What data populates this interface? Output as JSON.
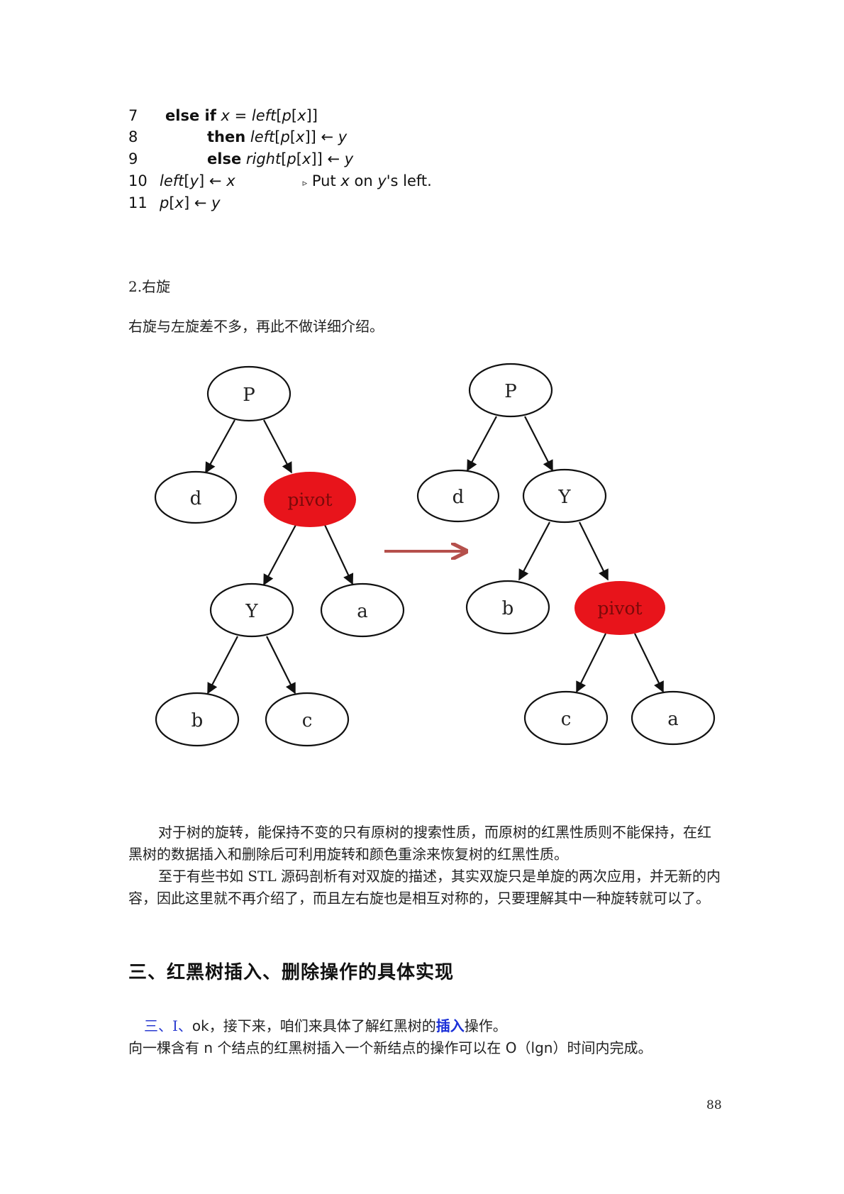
{
  "code": {
    "l7": {
      "num": "7",
      "kw": "else if",
      "x": "x",
      "eq": " = ",
      "fn": "left",
      "p": "p"
    },
    "l8": {
      "num": "8",
      "kw": "then",
      "fn": "left",
      "p": "p",
      "x": "x",
      "arrow": " ← ",
      "y": "y"
    },
    "l9": {
      "num": "9",
      "kw": "else",
      "fn": "right",
      "p": "p",
      "x": "x",
      "arrow": " ← ",
      "y": "y"
    },
    "l10": {
      "num": "10",
      "fn": "left",
      "y": "y",
      "arrow": " ← ",
      "x": "x",
      "tri": "▹",
      "c1": "Put ",
      "cx": "x",
      "c2": " on ",
      "cy": "y",
      "c3": "'s left."
    },
    "l11": {
      "num": "11",
      "fn": "p",
      "x": "x",
      "arrow": " ← ",
      "y": "y"
    }
  },
  "section_title": "2.右旋",
  "section_desc": "右旋与左旋差不多，再此不做详细介绍。",
  "figure": {
    "left_tree": {
      "root": "P",
      "d": "d",
      "pivot": "pivot",
      "Y": "Y",
      "a": "a",
      "b": "b",
      "c": "c"
    },
    "right_tree": {
      "root": "P",
      "d": "d",
      "Y": "Y",
      "b": "b",
      "pivot": "pivot",
      "c": "c",
      "a": "a"
    },
    "colors": {
      "pivot": "#e8141b",
      "arrow": "#b5504c",
      "node_stroke": "#111111"
    }
  },
  "para1": "对于树的旋转，能保持不变的只有原树的搜索性质，而原树的红黑性质则不能保持，在红黑树的数据插入和删除后可利用旋转和颜色重涂来恢复树的红黑性质。",
  "para2": "至于有些书如 STL 源码剖析有对双旋的描述，其实双旋只是单旋的两次应用，并无新的内容，因此这里就不再介绍了，而且左右旋也是相互对称的，只要理解其中一种旋转就可以了。",
  "heading": "三、红黑树插入、删除操作的具体实现",
  "sub1": {
    "prefix": "三、I、",
    "ok": "ok",
    "mid": "，接下来，咱们来具体了解红黑树的",
    "link": "插入",
    "end": "操作。"
  },
  "sub2": {
    "a": "向一棵含有 ",
    "n": "n",
    "b": " 个结点的红黑树插入一个新结点的操作可以在 ",
    "o": "O",
    "c": "（",
    "lgn": "lgn",
    "d": "）时间内完成。"
  },
  "page_number": "88"
}
